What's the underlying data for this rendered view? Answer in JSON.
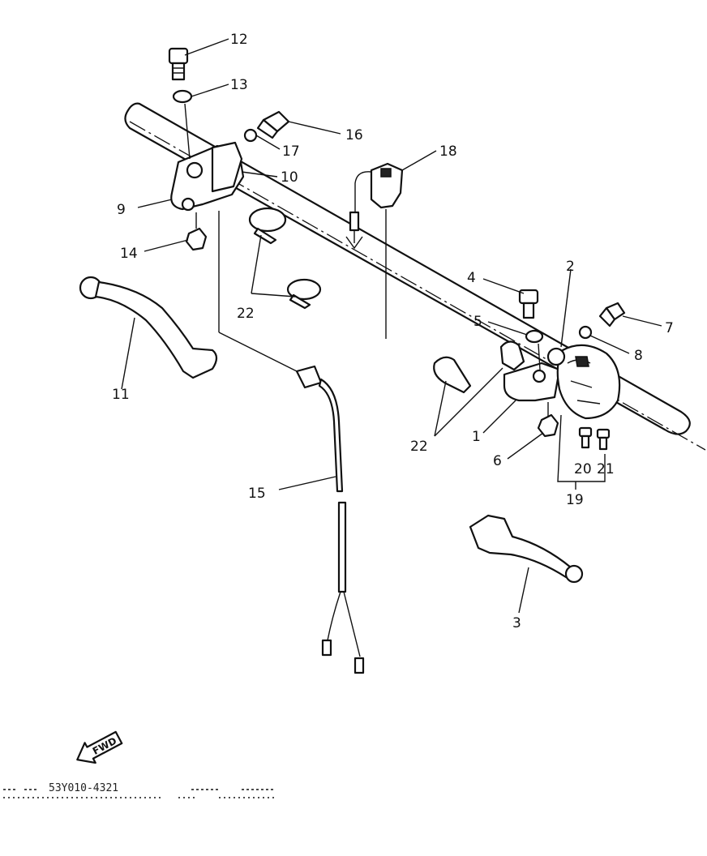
{
  "diagram": {
    "callouts": [
      "1",
      "2",
      "3",
      "4",
      "5",
      "6",
      "7",
      "8",
      "9",
      "10",
      "11",
      "12",
      "13",
      "14",
      "15",
      "16",
      "17",
      "18",
      "19",
      "20",
      "21",
      "22"
    ],
    "fwd_label": "FWD",
    "code": "53Y010-4321"
  }
}
